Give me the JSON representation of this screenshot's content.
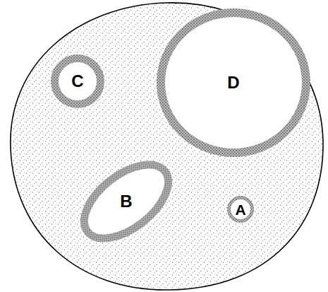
{
  "diagram": {
    "nodes": [
      {
        "text": [
          "C"
        ]
      },
      {
        "text": [
          "D"
        ]
      },
      {
        "text": [
          "B"
        ]
      },
      {
        "text": [
          "A"
        ]
      }
    ]
  }
}
